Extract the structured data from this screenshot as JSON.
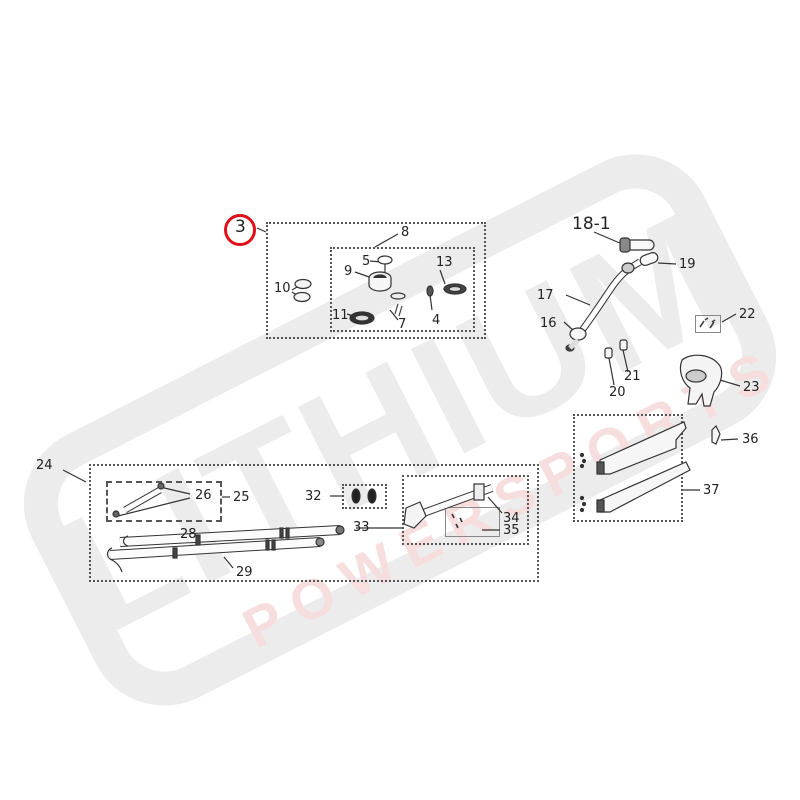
{
  "watermark": {
    "brand": "LITHIUM",
    "sub": "POWERSPORTS",
    "brand_color": "#e8e8e8",
    "sub_color": "#f6d8d8"
  },
  "highlight": {
    "part": "3",
    "color": "#e0101a"
  },
  "labels": {
    "p3": "3",
    "p4": "4",
    "p5": "5",
    "p7": "7",
    "p8": "8",
    "p9": "9",
    "p10": "10",
    "p11": "11",
    "p13": "13",
    "p16": "16",
    "p17": "17",
    "p18_1": "18-1",
    "p19": "19",
    "p20": "20",
    "p21": "21",
    "p22": "22",
    "p23": "23",
    "p24": "24",
    "p25": "25",
    "p26": "26",
    "p28": "28",
    "p29": "29",
    "p32": "32",
    "p33": "33",
    "p34": "34",
    "p35": "35",
    "p36": "36",
    "p37": "37"
  }
}
